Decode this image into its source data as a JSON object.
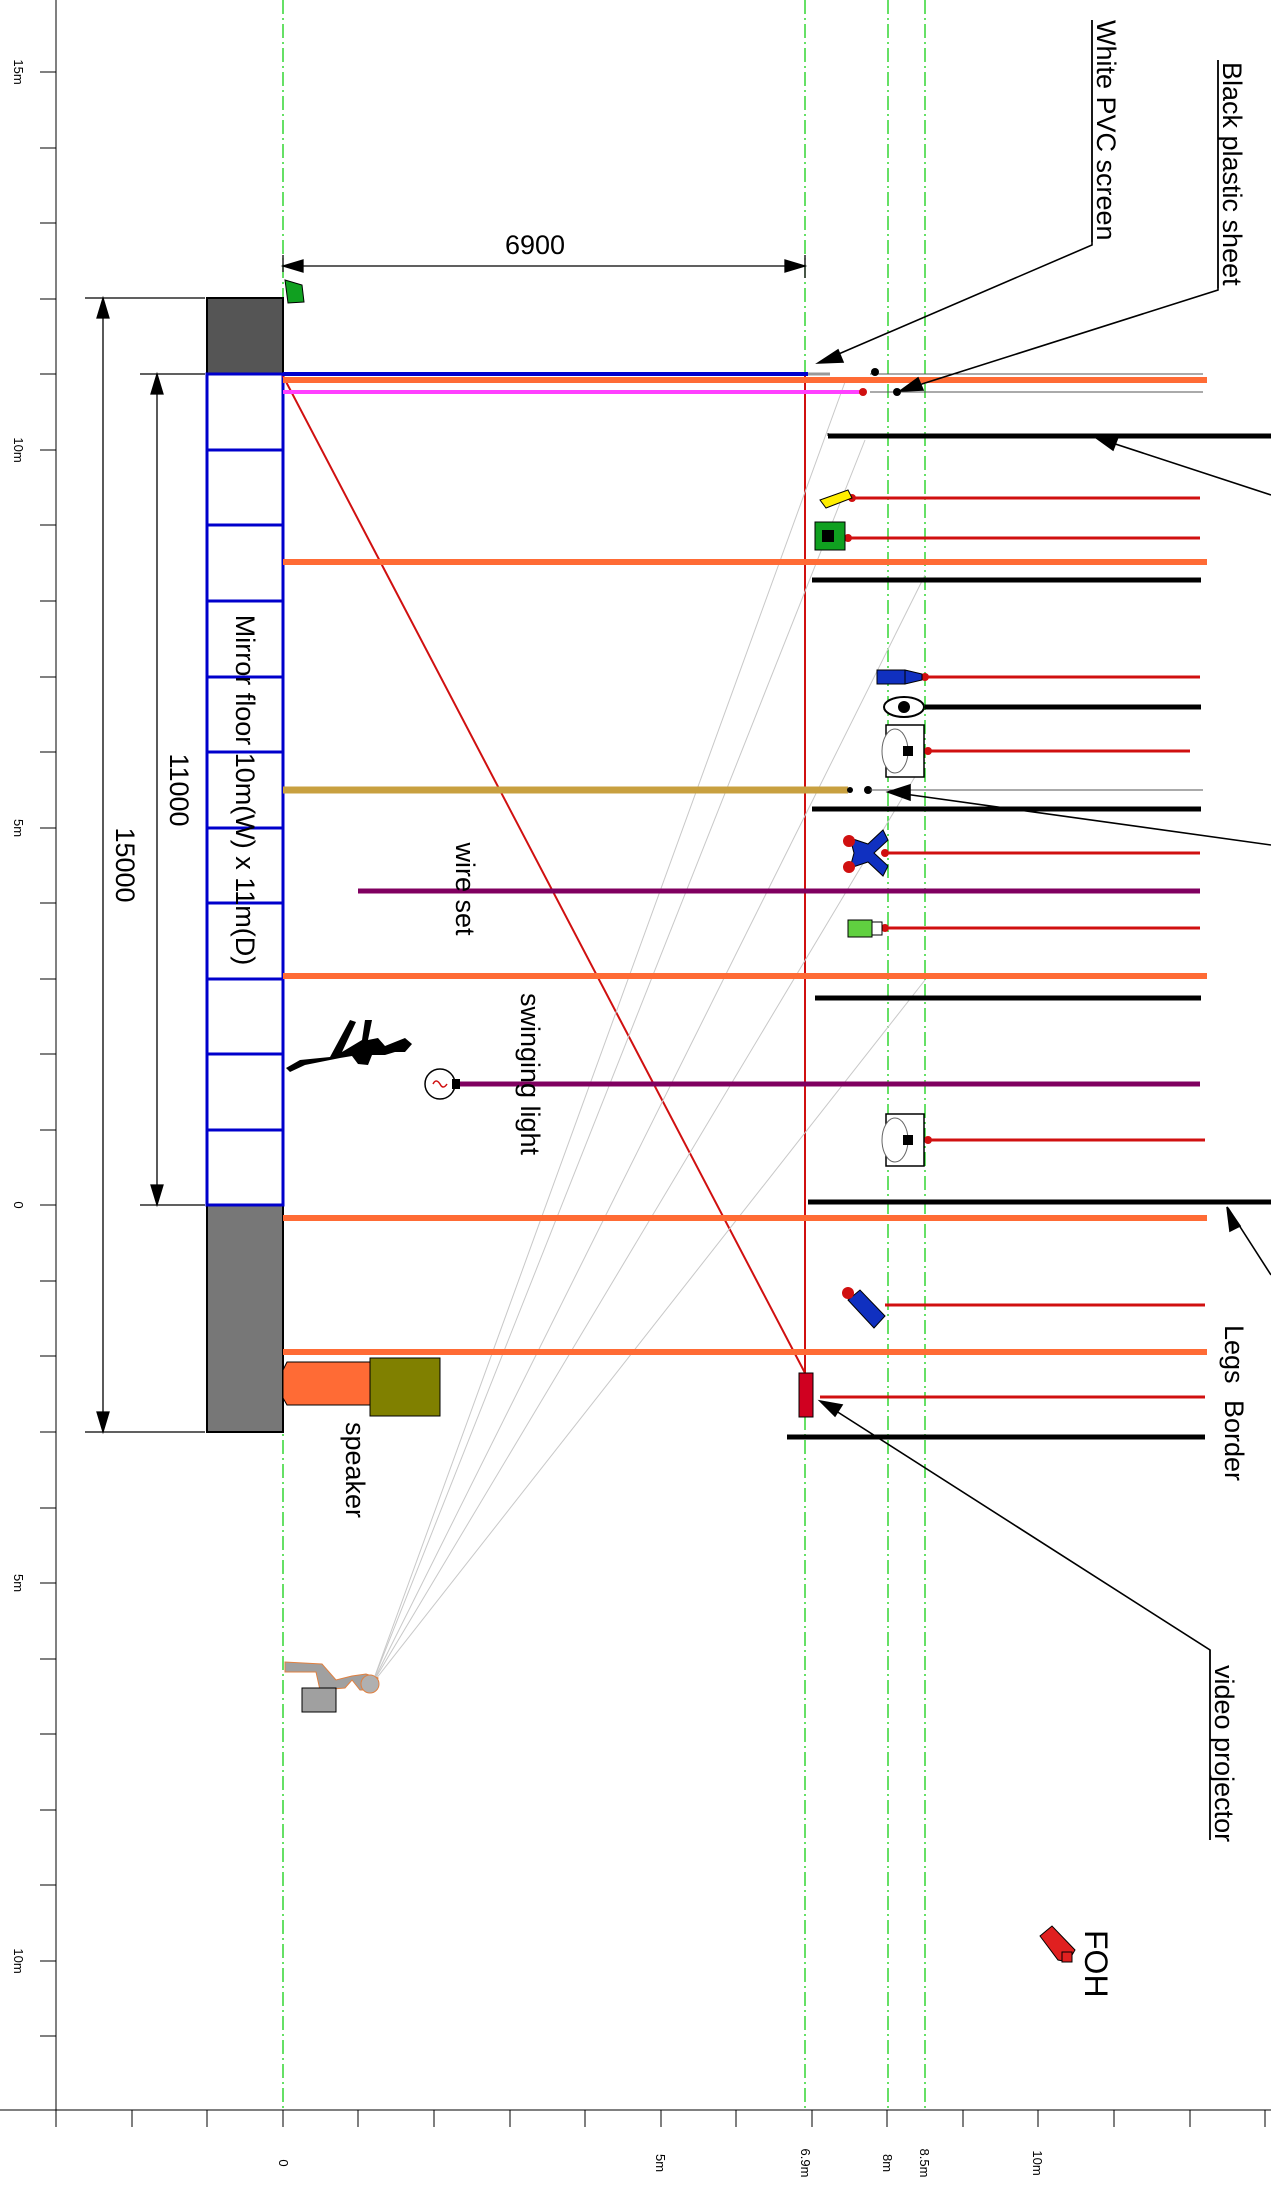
{
  "labels": {
    "white_pvc_screen": "White PVC screen",
    "black_plastic_sheet": "Black plastic sheet",
    "mirror_floor": "Mirror floor 10m(W) x 11m(D)",
    "wire_set": "wire set",
    "swinging_light": "swinging light",
    "speaker": "speaker",
    "legs": "Legs",
    "border": "Border",
    "video_projector": "video projector",
    "foh": "FOH"
  },
  "dimensions": {
    "top_width": "6900",
    "depth_11000": "11000",
    "depth_15000": "15000"
  },
  "left_scale": [
    "15m",
    "10m",
    "5m",
    "0",
    "5m",
    "10m"
  ],
  "bottom_scale": [
    "0",
    "5m",
    "6.9m",
    "8m",
    "8.5m",
    "10m"
  ],
  "colors": {
    "batten": "#ff6b35",
    "wire": "#800060",
    "light_line": "#d01010",
    "mirror_grid": "#0000cc",
    "stage_block": "#777777",
    "guide": "#00cc00"
  }
}
